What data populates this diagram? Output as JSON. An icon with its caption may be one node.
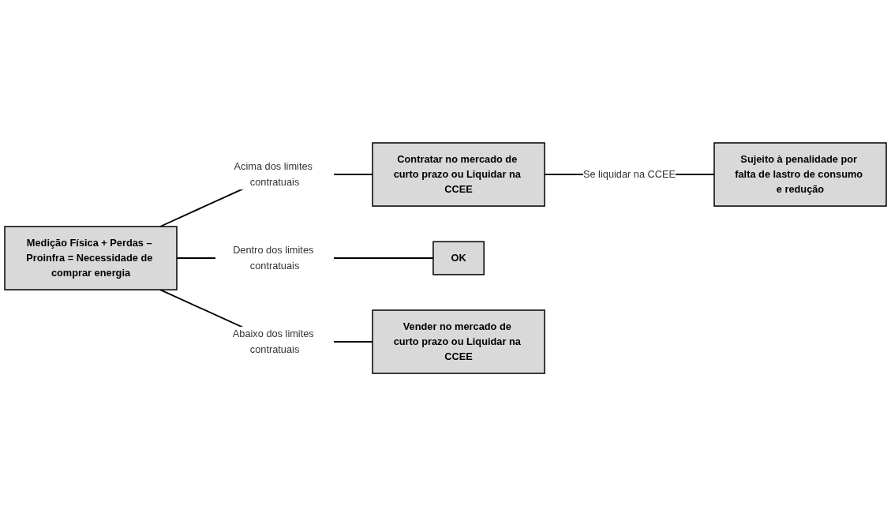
{
  "diagram": {
    "nodes": [
      {
        "text": [
          "Medição Física + Perdas – Proinfra = Necessidade de comprar energia"
        ]
      },
      {
        "text": [
          "Contratar no mercado de curto prazo ou Liquidar na CCEE"
        ]
      },
      {
        "text": [
          "Sujeito à penalidade por falta de lastro de consumo e redução"
        ]
      },
      {
        "text": [
          "OK"
        ]
      },
      {
        "text": [
          "Vender no mercado de curto prazo ou Liquidar na CCEE"
        ]
      }
    ],
    "edges": [
      {
        "from": 0,
        "to": 1,
        "arrow": "none",
        "label": "Acima dos limites contratuais"
      },
      {
        "from": 1,
        "to": 2,
        "arrow": "none",
        "label": "Se liquidar na CCEE"
      },
      {
        "from": 0,
        "to": 3,
        "arrow": "none",
        "label": "Dentro dos limites contratuais"
      },
      {
        "from": 0,
        "to": 4,
        "arrow": "none",
        "label": "Abaixo dos limites contratuais"
      }
    ]
  }
}
